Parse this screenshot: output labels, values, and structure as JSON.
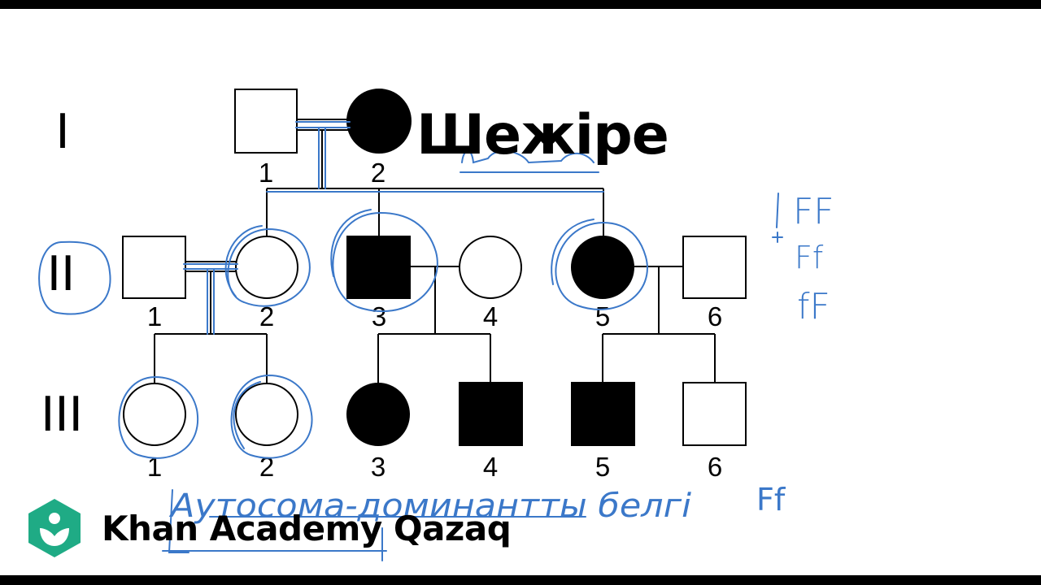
{
  "title": "Шежіре",
  "brand": {
    "name": "Khan Academy Qazaq",
    "logo": "khan-academy-leaf-logo",
    "logo_color": "#1fab85"
  },
  "generations": [
    "I",
    "II",
    "III"
  ],
  "pedigree": {
    "generation_I": [
      "1",
      "2"
    ],
    "generation_II": [
      "1",
      "2",
      "3",
      "4",
      "5",
      "6"
    ],
    "generation_III": [
      "1",
      "2",
      "3",
      "4",
      "5",
      "6"
    ]
  },
  "handwriting": {
    "genotypes": [
      "FF",
      "Ff",
      "fF"
    ],
    "caption": "Аутосома-доминантты белгі",
    "caption_genotype": "Ff",
    "underlined_word": "Шежіре"
  },
  "colors": {
    "ink": "#000000",
    "annotation": "#3b78c9"
  }
}
